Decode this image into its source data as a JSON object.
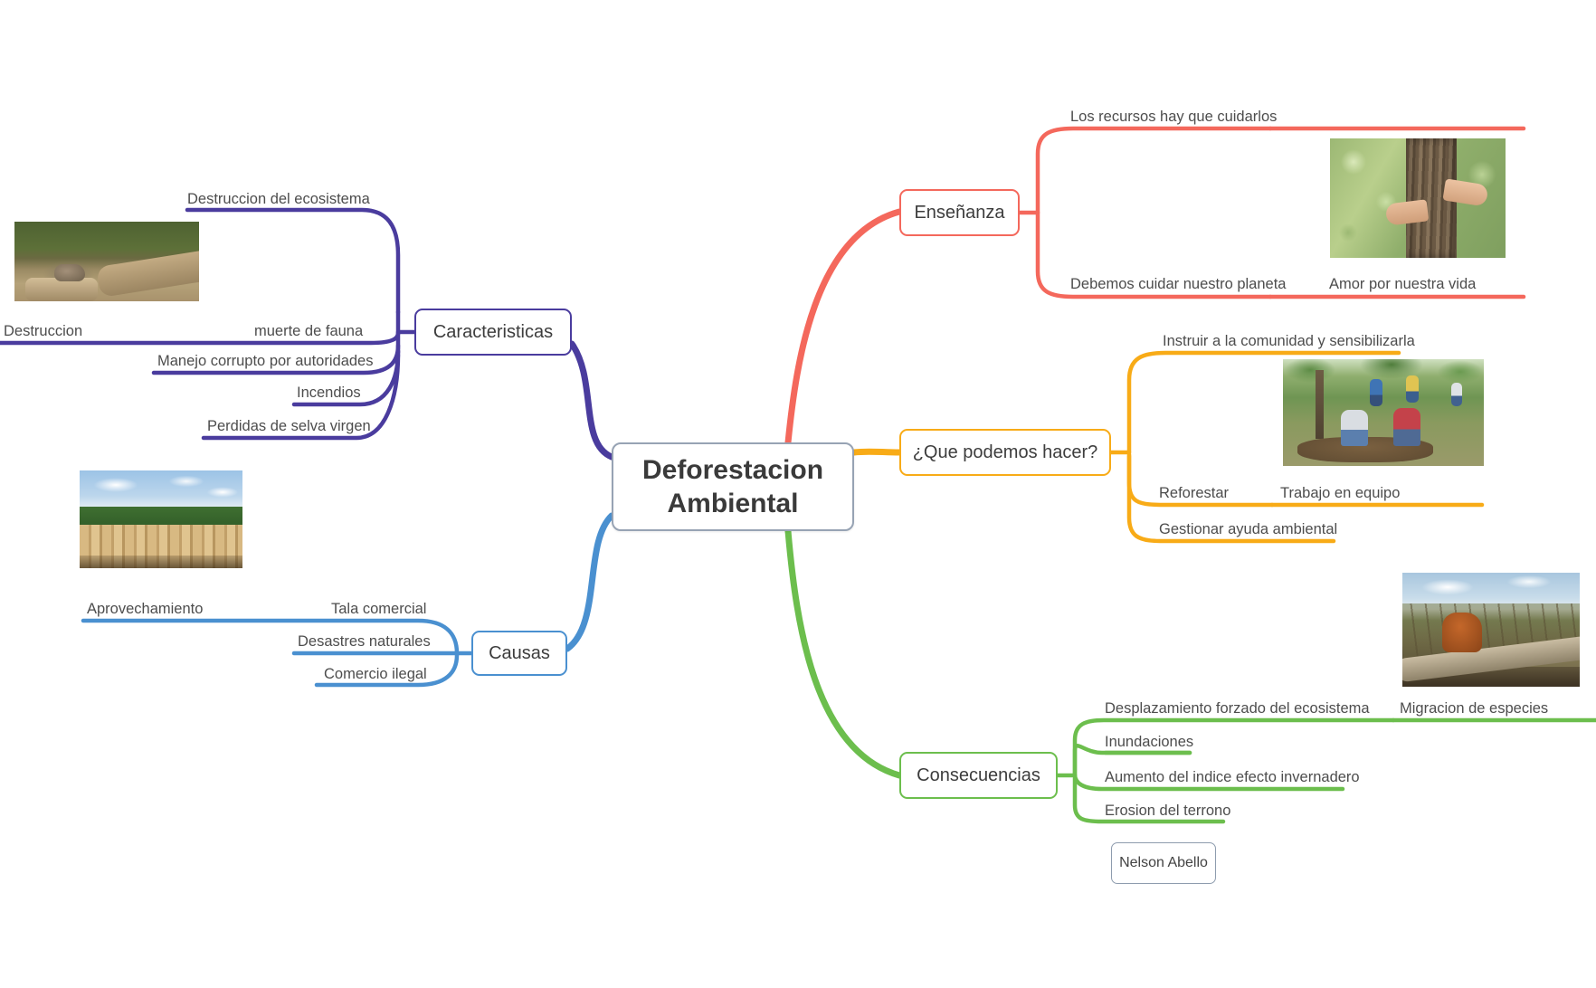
{
  "title": "Mapa mental Deforestacion Ambiental",
  "colors": {
    "root_border": "#97a3b4",
    "caracteristicas": "#4a3c9e",
    "causas": "#4a90d0",
    "ensenanza": "#f4685c",
    "que_podemos_hacer": "#f8ab17",
    "consecuencias": "#6cbe4d",
    "text": "#4d4d4d",
    "credit_border": "#8e9cae",
    "background": "#ffffff"
  },
  "root": {
    "label": "Deforestacion\nAmbiental",
    "line1": "Deforestacion",
    "line2": "Ambiental"
  },
  "branches": [
    {
      "id": "caracteristicas",
      "label": "Caracteristicas",
      "side": "left",
      "color": "#4a3c9e",
      "leaves": [
        {
          "label": "Destruccion del ecosistema"
        },
        {
          "label": "muerte de fauna"
        },
        {
          "label": "Manejo corrupto por autoridades"
        },
        {
          "label": "Incendios"
        },
        {
          "label": "Perdidas de selva virgen"
        }
      ],
      "sub_leaves": [
        {
          "label": "Destruccion",
          "parent": "Destruccion del ecosistema"
        }
      ],
      "images": [
        {
          "name": "raccoon-on-logs-photo",
          "caption": "Destruccion"
        }
      ]
    },
    {
      "id": "causas",
      "label": "Causas",
      "side": "left",
      "color": "#4a90d0",
      "leaves": [
        {
          "label": "Tala comercial"
        },
        {
          "label": "Desastres naturales"
        },
        {
          "label": "Comercio ilegal"
        }
      ],
      "sub_leaves": [
        {
          "label": "Aprovechamiento",
          "parent": "Tala comercial"
        }
      ],
      "images": [
        {
          "name": "stacked-logs-photo",
          "caption": "Aprovechamiento"
        }
      ]
    },
    {
      "id": "ensenanza",
      "label": "Enseñanza",
      "side": "right",
      "color": "#f4685c",
      "leaves": [
        {
          "label": "Los recursos hay que cuidarlos"
        },
        {
          "label": "Debemos cuidar nuestro planeta"
        }
      ],
      "sub_leaves": [
        {
          "label": "Amor por nuestra vida",
          "parent": "Los recursos hay que cuidarlos"
        }
      ],
      "images": [
        {
          "name": "child-hugging-tree-photo",
          "caption": "Amor por nuestra vida"
        }
      ]
    },
    {
      "id": "que_podemos_hacer",
      "label": "¿Que podemos hacer?",
      "side": "right",
      "color": "#f8ab17",
      "leaves": [
        {
          "label": "Instruir a la comunidad y sensibilizarla"
        },
        {
          "label": "Reforestar"
        },
        {
          "label": "Gestionar ayuda ambiental"
        }
      ],
      "sub_leaves": [
        {
          "label": "Trabajo en equipo",
          "parent": "Reforestar"
        }
      ],
      "images": [
        {
          "name": "volunteers-planting-trees-photo",
          "caption": "Trabajo en equipo"
        }
      ]
    },
    {
      "id": "consecuencias",
      "label": "Consecuencias",
      "side": "right",
      "color": "#6cbe4d",
      "leaves": [
        {
          "label": "Desplazamiento forzado del ecosistema"
        },
        {
          "label": "Inundaciones"
        },
        {
          "label": "Aumento del indice efecto invernadero"
        },
        {
          "label": "Erosion del terrono"
        }
      ],
      "sub_leaves": [
        {
          "label": "Migracion de especies",
          "parent": "Desplazamiento forzado del ecosistema"
        }
      ],
      "images": [
        {
          "name": "orangutan-on-fallen-log-photo",
          "caption": "Migracion de especies"
        }
      ]
    }
  ],
  "credit": {
    "label": "Nelson Abello"
  },
  "leaf_text": {
    "destruccion_ecosistema": "Destruccion del ecosistema",
    "destruccion": "Destruccion",
    "muerte_fauna": "muerte de fauna",
    "manejo_corrupto": "Manejo corrupto por autoridades",
    "incendios": "Incendios",
    "perdidas_selva": "Perdidas de selva virgen",
    "aprovechamiento": "Aprovechamiento",
    "tala_comercial": "Tala comercial",
    "desastres_naturales": "Desastres naturales",
    "comercio_ilegal": "Comercio ilegal",
    "recursos_cuidarlos": "Los recursos hay que cuidarlos",
    "debemos_cuidar": "Debemos cuidar nuestro planeta",
    "amor_vida": "Amor por nuestra vida",
    "instruir_comunidad": "Instruir a la comunidad y sensibilizarla",
    "reforestar": "Reforestar",
    "trabajo_equipo": "Trabajo en equipo",
    "gestionar_ayuda": "Gestionar ayuda ambiental",
    "desplazamiento": "Desplazamiento forzado del ecosistema",
    "migracion": "Migracion de especies",
    "inundaciones": "Inundaciones",
    "aumento_indice": "Aumento del indice efecto invernadero",
    "erosion": "Erosion del terrono"
  }
}
